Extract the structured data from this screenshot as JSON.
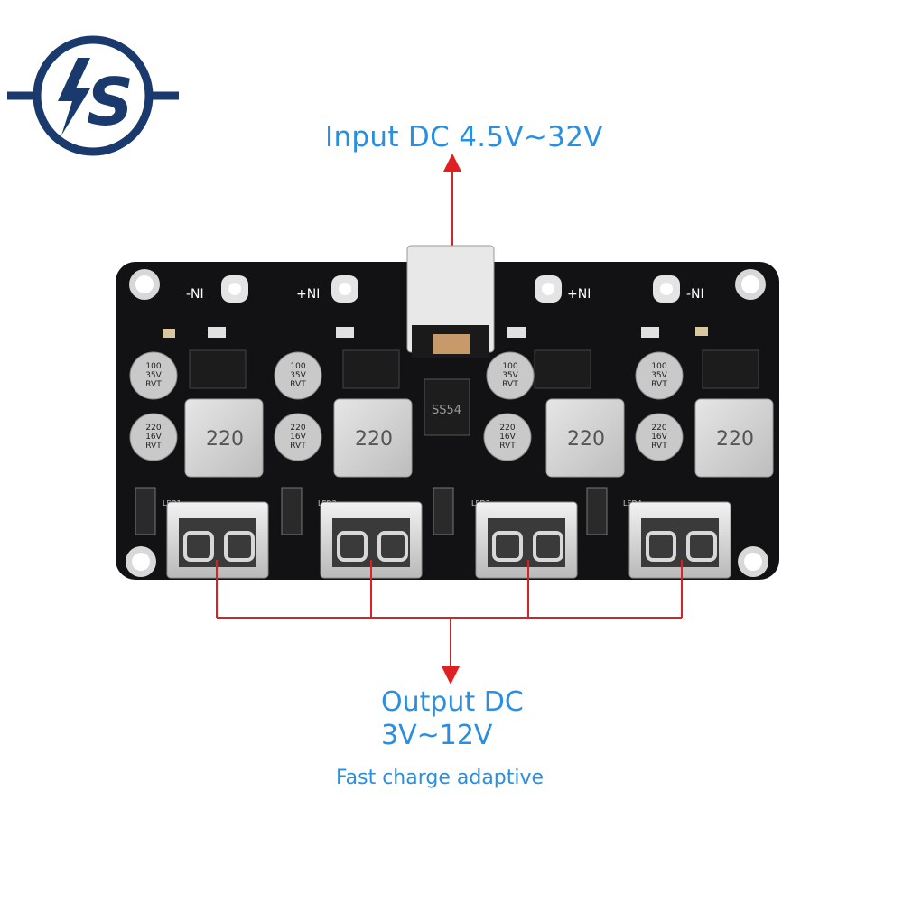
{
  "logo": {
    "text": "S",
    "color": "#1a3a6e",
    "accent": "#1f7fe0"
  },
  "labels": {
    "input": "Input DC 4.5V~32V",
    "output": "Output DC",
    "output_range": "3V~12V",
    "fast_charge": "Fast charge adaptive"
  },
  "board": {
    "pad_labels": [
      "-NI",
      "+NI",
      "+NI",
      "-NI"
    ],
    "diode": "SS54",
    "inductor_value": "220",
    "cap_top": [
      "100\n35V\nRVT",
      "100\n35V\nRVT",
      "100\n35V\nRVT",
      "100\n35V\nRVT"
    ],
    "cap_bottom": [
      "220\n16V\nRVT",
      "220\n16V\nRVT",
      "220\n16V\nRVT",
      "220\n16V\nRVT"
    ],
    "led_labels": [
      "LED1",
      "LED2",
      "LED3",
      "LED4"
    ]
  },
  "colors": {
    "arrow": "#e02020",
    "text": "#2b8fe0",
    "pcb": "#121214"
  }
}
